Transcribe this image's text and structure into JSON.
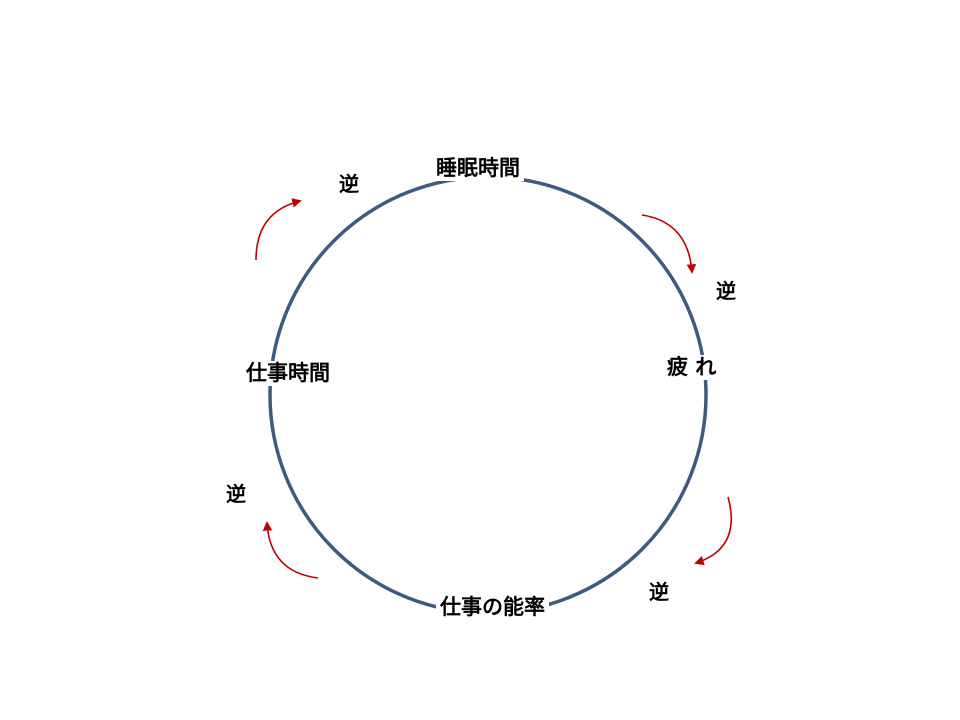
{
  "colors": {
    "cycle_ring": "#3d5a80",
    "arrow": "#c00000",
    "text": "#000000",
    "background": "#ffffff"
  },
  "nodes": {
    "sleep_time": "睡眠時間",
    "fatigue": "疲 れ",
    "work_efficiency": "仕事の能率",
    "work_time": "仕事時間"
  },
  "relations": [
    {
      "from": "sleep_time",
      "to": "fatigue",
      "label": "逆"
    },
    {
      "from": "fatigue",
      "to": "work_efficiency",
      "label": "逆"
    },
    {
      "from": "work_efficiency",
      "to": "work_time",
      "label": "逆"
    },
    {
      "from": "work_time",
      "to": "sleep_time",
      "label": "逆"
    }
  ]
}
